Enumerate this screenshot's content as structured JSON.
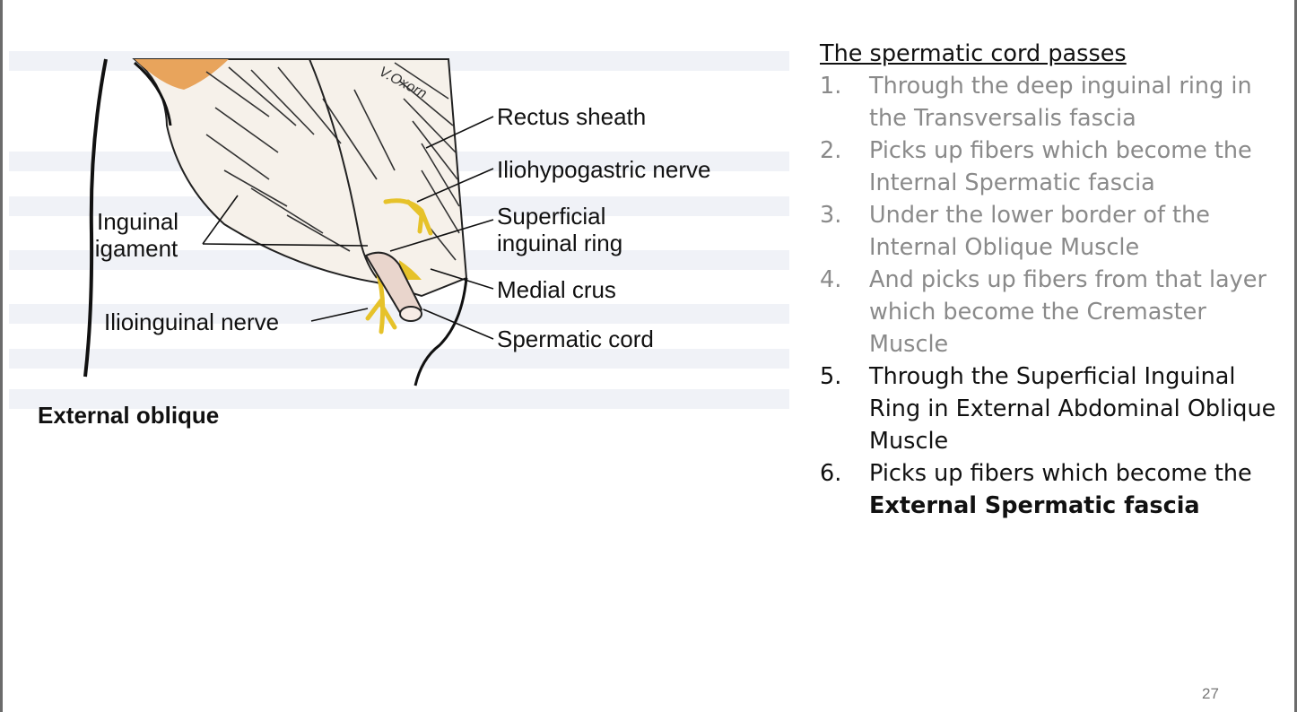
{
  "figure": {
    "signature": "V.Oxorn",
    "labels": {
      "rectus_sheath": "Rectus sheath",
      "iliohypogastric_nerve": "Iliohypogastric nerve",
      "superficial_inguinal_ring_line1": "Superficial",
      "superficial_inguinal_ring_line2": "inguinal ring",
      "medial_crus": "Medial crus",
      "spermatic_cord": "Spermatic cord",
      "inguinal_ligament_line1": "Inguinal",
      "inguinal_ligament_line2": "ligament",
      "ilioinguinal_nerve": "Ilioinguinal nerve"
    },
    "caption": "External oblique"
  },
  "text_panel": {
    "heading": "The spermatic cord passes",
    "items": [
      {
        "number": "1.",
        "text": "Through the deep inguinal ring in the Transversalis fascia"
      },
      {
        "number": "2.",
        "text": "Picks up fibers which become the Internal Spermatic fascia"
      },
      {
        "number": "3.",
        "text": "Under the lower border of the Internal Oblique Muscle"
      },
      {
        "number": "4.",
        "text": "And picks up fibers from that layer which become the Cremaster Muscle"
      },
      {
        "number": "5.",
        "text": "Through the Superficial Inguinal Ring in External Abdominal Oblique Muscle"
      },
      {
        "number": "6.",
        "text_prefix": "Picks up fibers which become the ",
        "text_bold": "External Spermatic fascia"
      }
    ]
  },
  "page_number": "27",
  "colors": {
    "muted_text": "#8a8a8a",
    "dark_text": "#111111",
    "muscle_fill": "#f6f1ea",
    "fat_orange": "#e8a45c",
    "nerve_yellow": "#e6c22a",
    "cord_pink": "#e9d5cc",
    "frame_gray": "#6b6b6b"
  }
}
